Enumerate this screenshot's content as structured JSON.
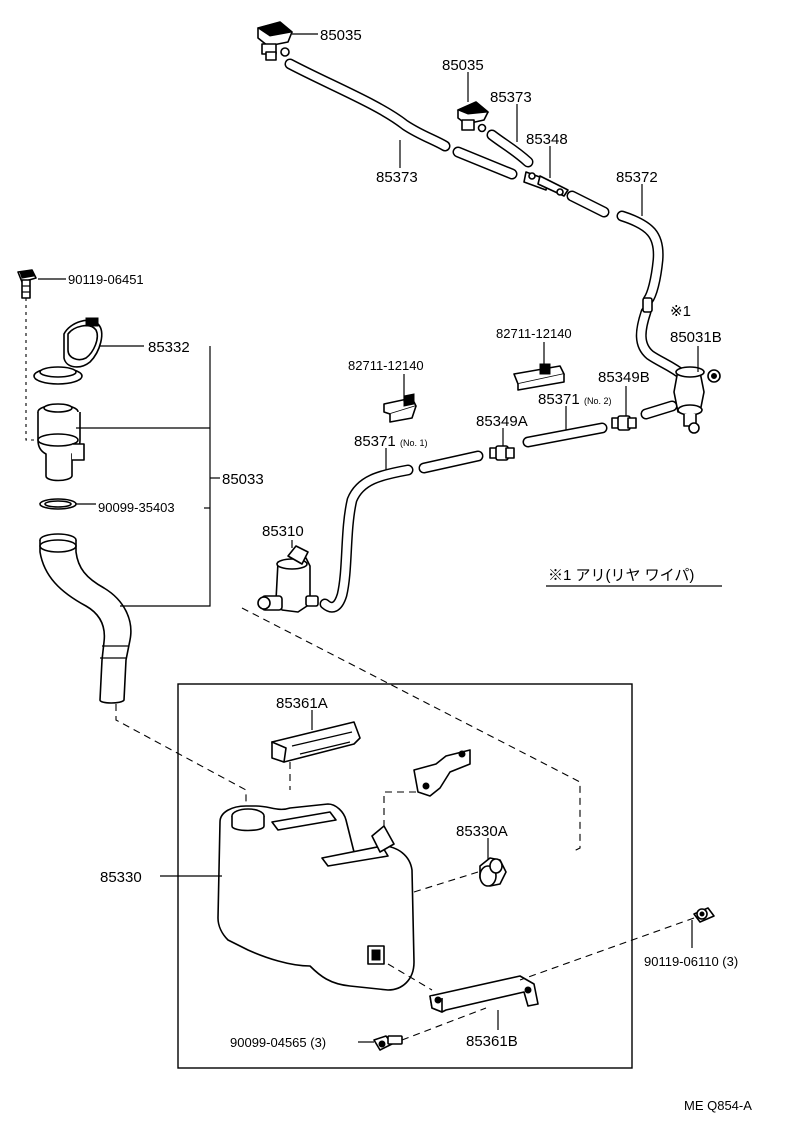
{
  "labels": {
    "p85035_a": "85035",
    "p85035_b": "85035",
    "p85373_a": "85373",
    "p85373_b": "85373",
    "p85348": "85348",
    "p85372": "85372",
    "p90119_06451": "90119-06451",
    "p85332": "85332",
    "p85033": "85033",
    "p90099_35403": "90099-35403",
    "note_mark": "※1",
    "p85031B": "85031B",
    "p82711_a": "82711-12140",
    "p82711_b": "82711-12140",
    "p85349B": "85349B",
    "p85371_no2": "85371",
    "p85371_no2_suffix": "(No. 2)",
    "p85349A": "85349A",
    "p85371_no1": "85371",
    "p85371_no1_suffix": "(No. 1)",
    "p85310": "85310",
    "note_text": "※1 アリ(リヤ ワイパ)",
    "p85361A": "85361A",
    "p85330A": "85330A",
    "p85330": "85330",
    "p90119_06110": "90119-06110 (3)",
    "p90099_04565": "90099-04565 (3)",
    "p85361B": "85361B",
    "diagram_code": "ME  Q854-A"
  }
}
